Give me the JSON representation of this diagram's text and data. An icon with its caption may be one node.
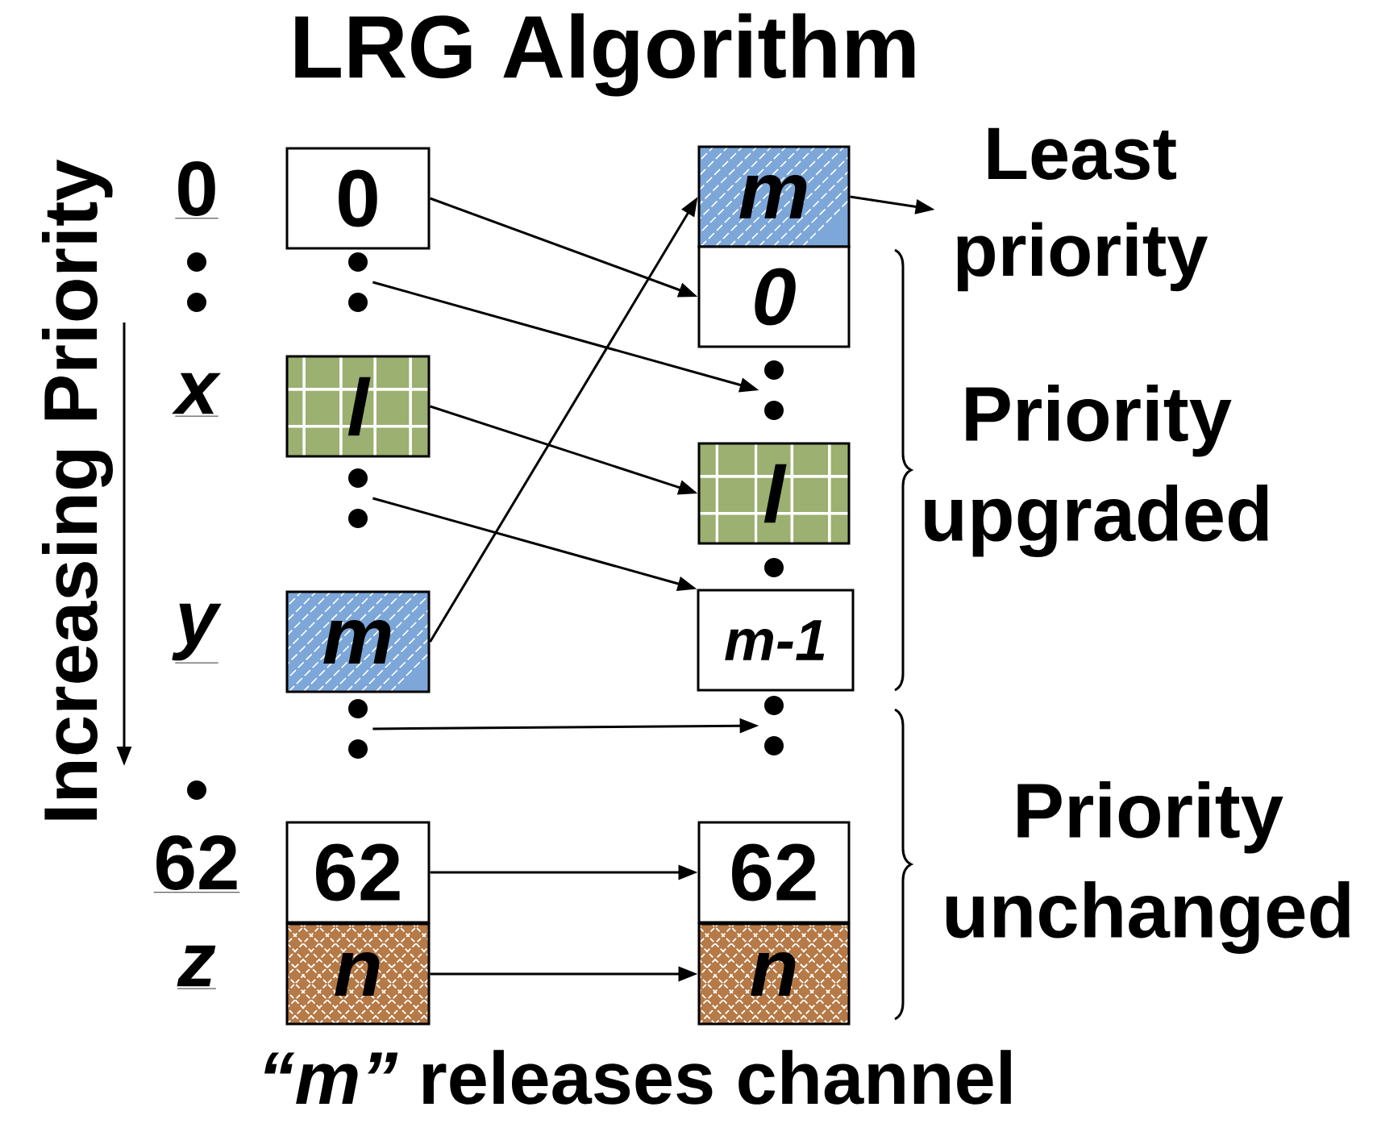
{
  "diagram": {
    "title": "LRG Algorithm",
    "caption": "*“m”* releases channel",
    "nodes": [
      {
        "text": [
          "0"
        ]
      },
      {
        "text": [
          "l"
        ]
      },
      {
        "text": [
          "m"
        ]
      },
      {
        "text": [
          "62"
        ]
      },
      {
        "text": [
          "n"
        ]
      },
      {
        "text": [
          "m"
        ]
      },
      {
        "text": [
          "0"
        ]
      },
      {
        "text": [
          "l"
        ]
      },
      {
        "text": [
          "m-1"
        ]
      },
      {
        "text": [
          "62"
        ]
      },
      {
        "text": [
          "n"
        ]
      },
      {
        "text": [
          "Least priority"
        ]
      },
      {
        "text": [],
        "shape": "circle"
      },
      {
        "text": [],
        "shape": "circle"
      },
      {
        "text": [],
        "shape": "circle"
      },
      {
        "text": [],
        "shape": "circle"
      },
      {
        "text": [],
        "shape": "circle"
      },
      {
        "text": [],
        "shape": "circle"
      },
      {
        "text": [],
        "shape": "circle"
      },
      {
        "text": [],
        "shape": "circle"
      }
    ],
    "edges": [
      {
        "from": 0,
        "to": 6,
        "arrow": "to"
      },
      {
        "from": 12,
        "to": 13,
        "arrow": "to"
      },
      {
        "from": 1,
        "to": 7,
        "arrow": "to"
      },
      {
        "from": 14,
        "to": 8,
        "arrow": "to"
      },
      {
        "from": 2,
        "to": 5,
        "arrow": "to"
      },
      {
        "from": 15,
        "to": 16,
        "arrow": "to"
      },
      {
        "from": 3,
        "to": 9,
        "arrow": "to"
      },
      {
        "from": 4,
        "to": 10,
        "arrow": "to"
      },
      {
        "from": 5,
        "to": 11,
        "arrow": "to"
      }
    ],
    "labels": [
      "Increasing Priority",
      "0",
      "x",
      "y",
      "62",
      "z",
      "Priority upgraded",
      "Priority unchanged"
    ]
  }
}
